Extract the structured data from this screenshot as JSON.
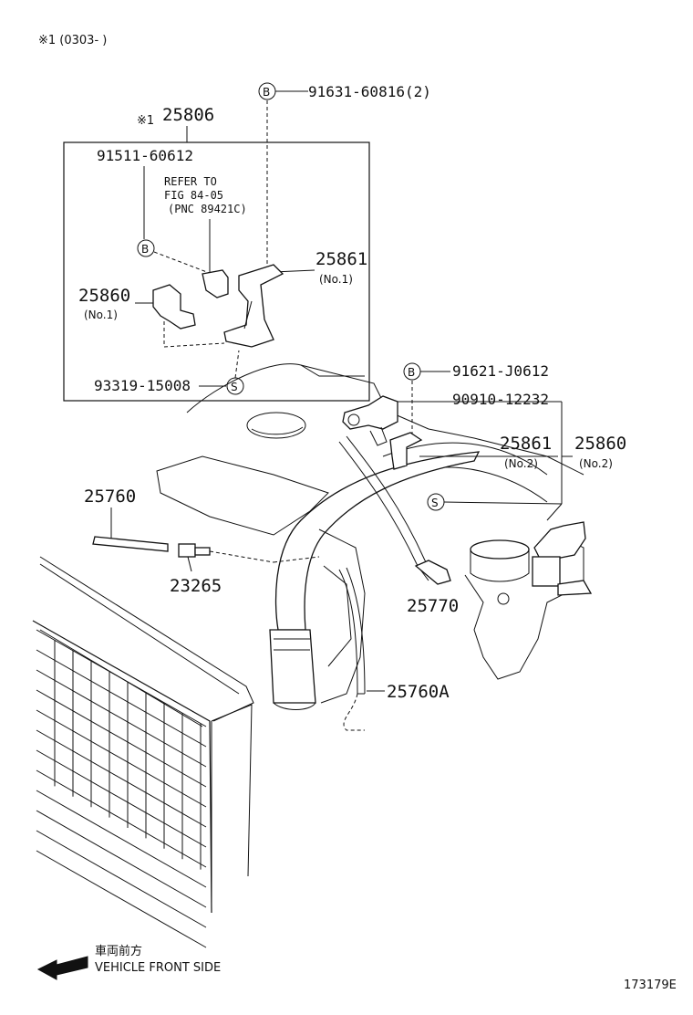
{
  "note_top": "※1 (0303-        )",
  "labels": {
    "p91631": "91631-60816(2)",
    "p25806": "25806",
    "p25806_mark": "※1",
    "p91511": "91511-60612",
    "refer1": "REFER TO",
    "refer2": "FIG 84-05",
    "refer3": "(PNC 89421C)",
    "p25861a": "25861",
    "p25861a_no": "(No.1)",
    "p25860a": "25860",
    "p25860a_no": "(No.1)",
    "p93319": "93319-15008",
    "p91621": "91621-J0612",
    "p90910": "90910-12232",
    "p25861b": "25861",
    "p25861b_no": "(No.2)",
    "p25860b": "25860",
    "p25860b_no": "(No.2)",
    "p25760": "25760",
    "p23265": "23265",
    "p25770": "25770",
    "p25760A": "25760A"
  },
  "markers": {
    "b": "B",
    "s": "S"
  },
  "footer": {
    "arrow_jp": "車両前方",
    "arrow_en": "VEHICLE FRONT SIDE",
    "fig_code": "173179E"
  }
}
